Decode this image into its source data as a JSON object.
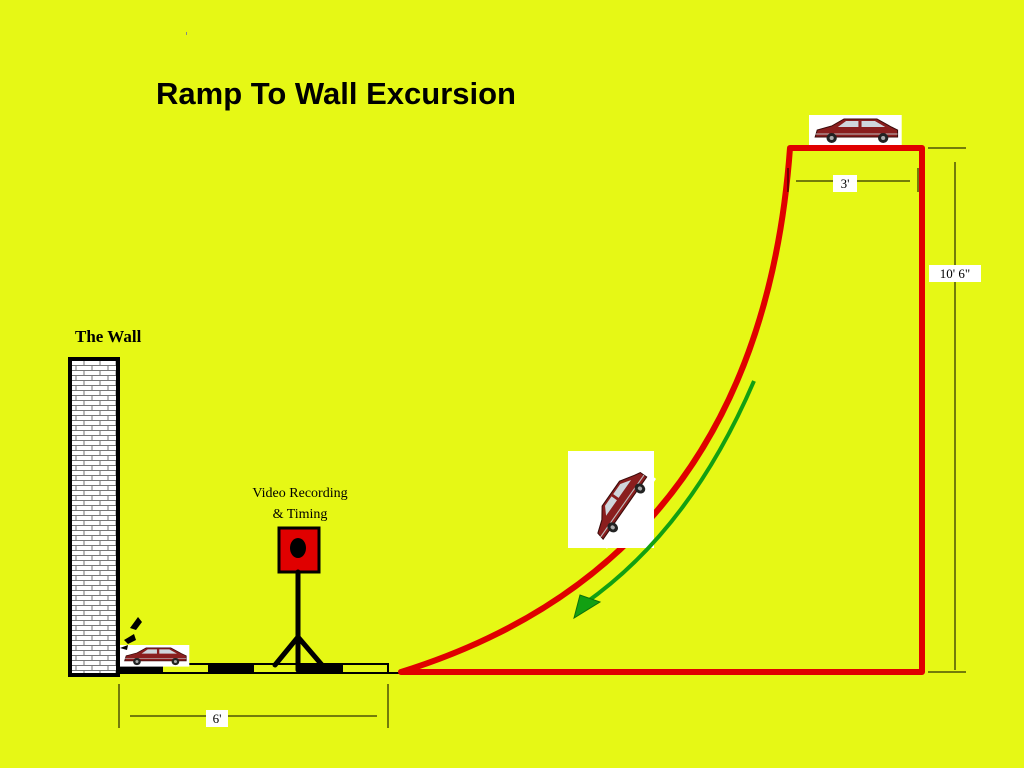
{
  "title": "Ramp To Wall Excursion",
  "wall_label": "The Wall",
  "camera": {
    "line1": "Video Recording",
    "line2": "& Timing"
  },
  "dimensions": {
    "top_platform": "3'",
    "ramp_height": "10' 6\"",
    "run_to_wall": "6'"
  },
  "colors": {
    "background": "#e6f815",
    "ramp": "#e00000",
    "arrow": "#12a012",
    "camera_box": "#e00000"
  },
  "icons": [
    "car-icon",
    "camera-icon",
    "arrow-down-icon",
    "brick-wall-icon",
    "debris-icon"
  ]
}
